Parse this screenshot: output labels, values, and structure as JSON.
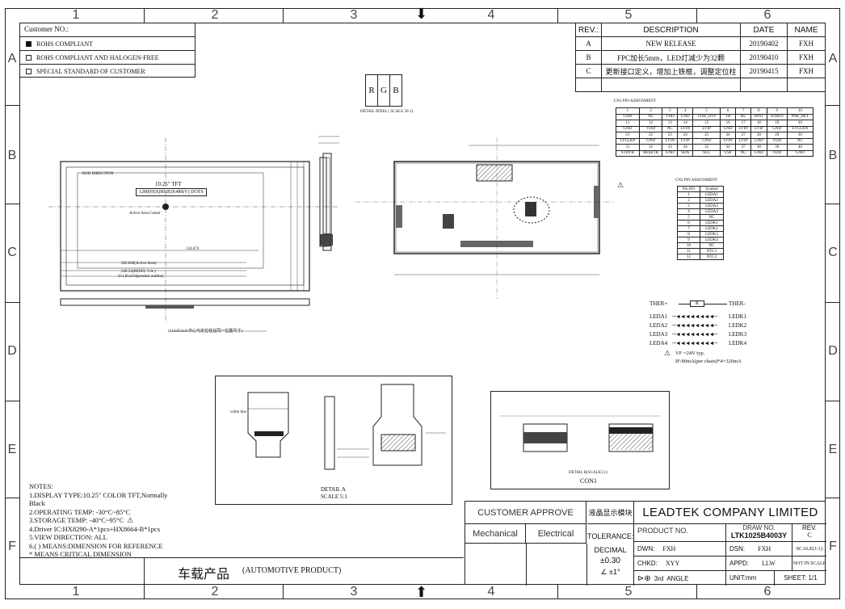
{
  "zones": {
    "columns": [
      "1",
      "2",
      "3",
      "4",
      "5",
      "6"
    ],
    "rows": [
      "A",
      "B",
      "C",
      "D",
      "E",
      "F"
    ]
  },
  "customer": {
    "title": "Customer NO.:",
    "options": [
      {
        "label": "ROHS COMPLIANT",
        "checked": true
      },
      {
        "label": "ROHS COMPLIANT AND HALOGEN-FREE",
        "checked": false
      },
      {
        "label": "SPECIAL STANDARD OF CUSTOMER",
        "checked": false
      }
    ]
  },
  "revisions": {
    "headers": [
      "REV.:",
      "DESCRIPTION",
      "DATE",
      "NAME"
    ],
    "rows": [
      {
        "rev": "A",
        "desc": "NEW RELEASE",
        "date": "20190402",
        "name": "FXH"
      },
      {
        "rev": "B",
        "desc": "FPC加长5mm，LED灯减少为32颗",
        "date": "20190410",
        "name": "FXH"
      },
      {
        "rev": "C",
        "desc": "更新接口定义，增加上铁框，调整定位柱",
        "date": "20190415",
        "name": "FXH"
      }
    ]
  },
  "rgb_detail": {
    "letters": [
      "R",
      "G",
      "B"
    ],
    "caption": "DETAIL-PIXEL ( SCALE 50:1)"
  },
  "front_view": {
    "title": "10.25\" TFT",
    "resolution": "1280(H)X(RGB)X480(V) DOTS",
    "center_label": "Active Area Center",
    "rub_label": "RUB DIRECTION",
    "dims": [
      "202.848(Active Area)",
      "240.54(BEZEL V.A.)",
      "251.85±0.8(product outline)",
      "134.674",
      "(134.654±A 中心与定位柱在同一位置尺寸)"
    ]
  },
  "cn1_pins": {
    "title": "CN1 PIN ASSIGNMENT",
    "rows": [
      [
        "1",
        "2",
        "3",
        "4",
        "5",
        "6",
        "7",
        "8",
        "9",
        "10"
      ],
      [
        "GND",
        "NC",
        "VDD",
        "GND",
        "VDD_OTP",
        "TH",
        "BL",
        "DINT",
        "ATREN",
        "PAR_DET"
      ],
      [
        "11",
        "12",
        "13",
        "14",
        "15",
        "16",
        "17",
        "18",
        "19",
        "20"
      ],
      [
        "GND",
        "VDD",
        "NC",
        "LVIN",
        "LVIP",
        "GND",
        "LVIN",
        "LVIP",
        "GND",
        "LVCLKN"
      ],
      [
        "21",
        "22",
        "23",
        "24",
        "25",
        "26",
        "27",
        "28",
        "29",
        "30"
      ],
      [
        "LVCLKP",
        "GND",
        "LVIN",
        "LVIP",
        "GND",
        "LVIN",
        "LVIP",
        "GND",
        "VDD",
        "NC"
      ],
      [
        "31",
        "32",
        "33",
        "34",
        "35",
        "36",
        "37",
        "38",
        "39",
        "40"
      ],
      [
        "STBYB",
        "RESETB",
        "GND",
        "SDA",
        "SCL",
        "CS0",
        "NC",
        "GND",
        "VDD",
        "GND"
      ]
    ]
  },
  "cn2_pins": {
    "title": "CN2 PIN ASSIGNMENT",
    "header": [
      "Pin.NO",
      "Symbol"
    ],
    "rows": [
      [
        "1",
        "LEDA1"
      ],
      [
        "2",
        "LEDA2"
      ],
      [
        "3",
        "LEDA3"
      ],
      [
        "4",
        "LEDA4"
      ],
      [
        "5",
        "NC"
      ],
      [
        "6",
        "LEDK1"
      ],
      [
        "7",
        "LEDK2"
      ],
      [
        "8",
        "LEDK3"
      ],
      [
        "9",
        "LEDK4"
      ],
      [
        "10",
        "NC"
      ],
      [
        "11",
        "NTC1"
      ],
      [
        "12",
        "NTC2"
      ]
    ]
  },
  "led_circuit": {
    "ther_left": "THER+",
    "ther_right": "THER-",
    "resistor": "R",
    "anodes": [
      "LEDA1",
      "LEDA2",
      "LEDA3",
      "LEDA4"
    ],
    "cathodes": [
      "LEDK1",
      "LEDK2",
      "LEDK3",
      "LEDK4"
    ],
    "flag": "B",
    "vf": "VF =24V typ.",
    "if": "IF:80mA(per chain)*4=320mA"
  },
  "detail_a": {
    "caption_1": "DETAIL A",
    "caption_2": "SCALE 5:1",
    "white_line": "white line"
  },
  "con1": {
    "label": "CON1",
    "caption": "DETAIL B(SCALE5:1)"
  },
  "notes": {
    "title": "NOTES:",
    "items": [
      "1.DISPLAY TYPE:10.25\" COLOR TFT,Normally Black",
      "2.OPERATING TEMP:  -30°C~85°C",
      "3.STORAGE TEMP: -40°C~95°C",
      "4.Driver IC:HX8290-A*1pcs+HX8664-B*1pcs",
      "5.VIEW DIRECTION: ALL",
      "6.( ) MEANS:DIMENSION FOR REFERENCE",
      "  * MEANS CRITICAL DIMENSION"
    ],
    "flag": "B"
  },
  "product_type": {
    "cn": "车载产品",
    "en": "(AUTOMOTIVE PRODUCT)"
  },
  "title_block": {
    "customer_approve": "CUSTOMER  APPROVE",
    "mechanical": "Mechanical",
    "electrical": "Electrical",
    "module_cn": "液晶显示模块",
    "company": "LEADTEK COMPANY LIMITED",
    "tolerance": "TOLERANCE:",
    "decimal": "DECIMAL",
    "decimal_value": "±0.30",
    "angle_value": "∠ ±1°",
    "product_no_label": "PRODUCT NO.",
    "draw_no_label": "DRAW NO.",
    "draw_no": "LTK1025B4003Y",
    "rev_label": "REV.",
    "rev": "C",
    "dwn_label": "DWN:",
    "dwn": "FXH",
    "dsn_label": "DSN:",
    "dsn": "FXH",
    "scale": "SCALE(1:1)",
    "chkd_label": "CHKD:",
    "chkd": "XYY",
    "appd_label": "APPD:",
    "appd": "LLW",
    "not_in_scale": "NOT IN SCALE",
    "projection": "3rd",
    "angle": "ANGLE",
    "unit": "UNIT:mm",
    "sheet": "SHEET: 1/1"
  }
}
